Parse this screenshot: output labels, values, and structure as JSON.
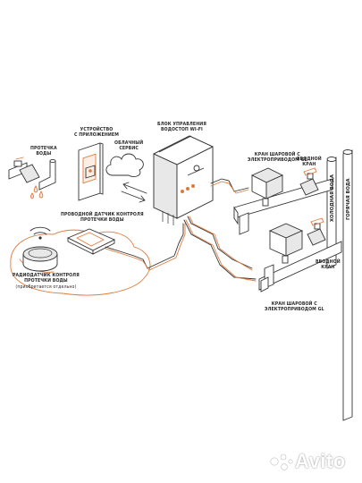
{
  "labels": {
    "leak": [
      "ПРОТЕЧКА",
      "ВОДЫ"
    ],
    "device": [
      "УСТРОЙСТВО",
      "С ПРИЛОЖЕНИЕМ"
    ],
    "cloud": [
      "ОБЛАЧНЫЙ",
      "СЕРВИС"
    ],
    "control": [
      "БЛОК УПРАВЛЕНИЯ",
      "ВОДОСТОП WI-FI"
    ],
    "valve_top": [
      "КРАН ШАРОВОЙ С",
      "ЭЛЕКТРОПРИВОДОМ GL"
    ],
    "inlet_top": [
      "ВВОДНОЙ",
      "КРАН"
    ],
    "wired_sensor": [
      "ПРОВОДНОЙ ДАТЧИК КОНТРОЛЯ",
      "ПРОТЕЧКИ ВОДЫ"
    ],
    "radio_sensor": [
      "РАДИОДАТЧИК КОНТРОЛЯ",
      "ПРОТЕЧКИ ВОДЫ"
    ],
    "radio_note": "(приобретается отдельно)",
    "inlet_bottom": [
      "ВВОДНОЙ",
      "КРАН"
    ],
    "valve_bottom": [
      "КРАН ШАРОВОЙ С",
      "ЭЛЕКТРОПРИВОДОМ GL"
    ],
    "cold_water": "ХОЛОДНАЯ ВОДА",
    "hot_water": "ГОРЯЧАЯ ВОДА"
  },
  "watermark": "Avito",
  "colors": {
    "accent": "#e07a3c",
    "line": "#3a3a3a"
  }
}
